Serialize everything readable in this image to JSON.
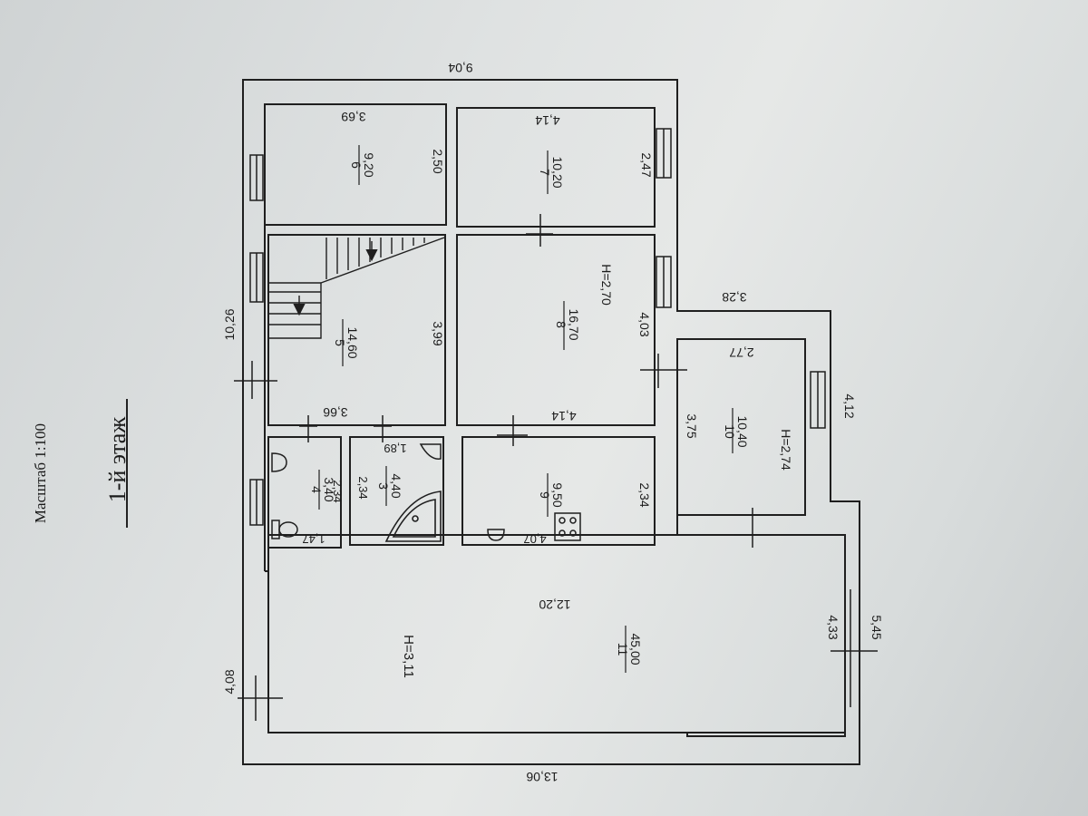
{
  "header": {
    "scale": "Масштаб 1:100",
    "floor": "1-й этаж"
  },
  "outer_dims": {
    "top_width": "9,04",
    "left_height": "10,26",
    "left_lower": "4,08",
    "bottom_width": "13,06",
    "ext_right_top": "3,28",
    "ext_right_side": "4,12",
    "right_lower": "5,45"
  },
  "rooms": [
    {
      "num": "6",
      "area": "9,20",
      "dim_w": "3,69",
      "dim_h": "2,50"
    },
    {
      "num": "7",
      "area": "10,20",
      "dim_w": "4,14",
      "dim_h": "2,47"
    },
    {
      "num": "5",
      "area": "14,60",
      "dim_w": "3,66",
      "dim_h": "3,99"
    },
    {
      "num": "8",
      "area": "16,70",
      "dim_w": "4,14",
      "dim_h": "4,03",
      "height": "H=2,70"
    },
    {
      "num": "10",
      "area": "10,40",
      "dim_w": "2,77",
      "dim_h": "3,75",
      "height": "H=2,74"
    },
    {
      "num": "4",
      "area": "3,40",
      "dim_w": "1,47",
      "dim_h": "2,34"
    },
    {
      "num": "3",
      "area": "4,40",
      "dim_w": "1,89",
      "dim_h": "2,34"
    },
    {
      "num": "9",
      "area": "9,50",
      "dim_w": "4,07",
      "dim_h": "2,34"
    },
    {
      "num": "11",
      "area": "45,00",
      "dim_w": "12,20",
      "dim_h": "4,33",
      "height": "H=3,11"
    }
  ]
}
